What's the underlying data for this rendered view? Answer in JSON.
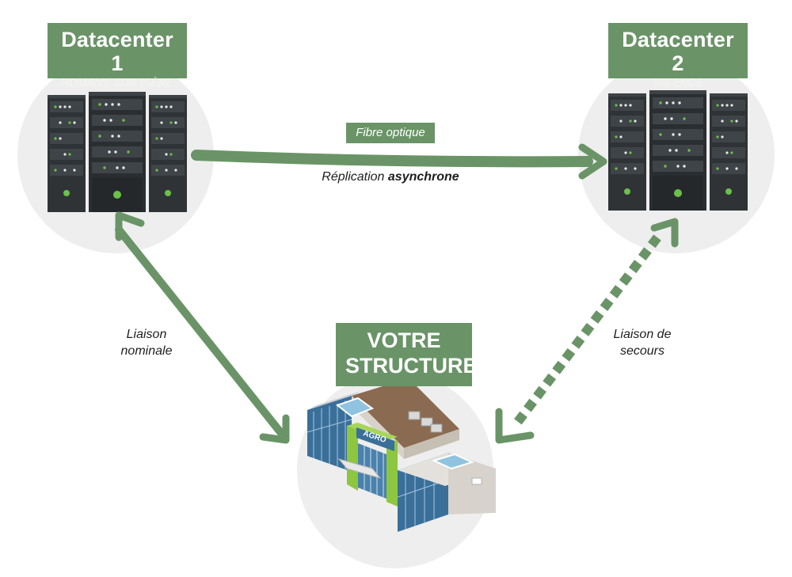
{
  "datacenter1": {
    "title": "Datacenter 1",
    "location": "ROMANS-SUR-ISÈRE"
  },
  "datacenter2": {
    "title": "Datacenter 2",
    "location": "VALENCE"
  },
  "structure": {
    "line1": "VOTRE",
    "line2": "STRUCTURE",
    "sign": "AGRO"
  },
  "links": {
    "fibre": "Fibre optique",
    "replication_prefix": "Réplication ",
    "replication_bold": "asynchrone",
    "nominal_line1": "Liaison",
    "nominal_line2": "nominale",
    "backup_line1": "Liaison de",
    "backup_line2": "secours"
  },
  "colors": {
    "accent_green": "#6a9467",
    "circle_bg": "#eeeeee",
    "server_dark": "#2f3336",
    "led_green": "#6cc04a"
  },
  "icons": [
    "server-rack-icon",
    "building-icon",
    "arrow-icon"
  ]
}
